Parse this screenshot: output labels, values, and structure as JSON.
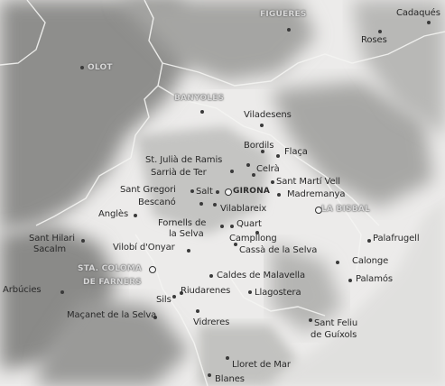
{
  "places": {
    "figueres": "FIGUERES",
    "cadaques": "Cadaqués",
    "roses": "Roses",
    "olot": "OLOT",
    "banyoles": "BANYOLES",
    "viladesens": "Viladesens",
    "bordils": "Bordils",
    "flaca": "Flaça",
    "st_julia_de_ramis": "St. Julià de Ramis",
    "sarria_de_ter": "Sarrià de Ter",
    "celra": "Celrà",
    "sant_marti_vell": "Sant Martí Vell",
    "sant_gregori": "Sant Gregori",
    "salt": "Salt",
    "girona": "GIRONA",
    "madremanya": "Madremanya",
    "bescano": "Bescanó",
    "vilablareix": "Vilablareix",
    "la_bisbal": "LA BISBAL",
    "angles": "Anglès",
    "fornells_de_la_selva_1": "Fornells de",
    "fornells_de_la_selva_2": "la Selva",
    "quart": "Quart",
    "campllong": "Campllong",
    "sant_hilari_1": "Sant Hilari",
    "sant_hilari_2": "Sacalm",
    "vilobi_d_onyar": "Vilobí d'Onyar",
    "cassa_de_la_selva": "Cassà de la Selva",
    "palafrugell": "Palafrugell",
    "calonge": "Calonge",
    "sta_coloma_1": "STA. COLOMA",
    "sta_coloma_2": "DE FARNERS",
    "caldes_de_malavella": "Caldes de Malavella",
    "palamos": "Palamós",
    "arbucies": "Arbúcies",
    "sils": "Sils",
    "riudarenes": "Riudarenes",
    "llagostera": "Llagostera",
    "macanet_de_la_selva": "Maçanet de la Selva",
    "vidreres": "Vidreres",
    "sant_feliu_1": "Sant Feliu",
    "sant_feliu_2": "de Guíxols",
    "lloret_de_mar": "Lloret de Mar",
    "blanes": "Blanes"
  }
}
